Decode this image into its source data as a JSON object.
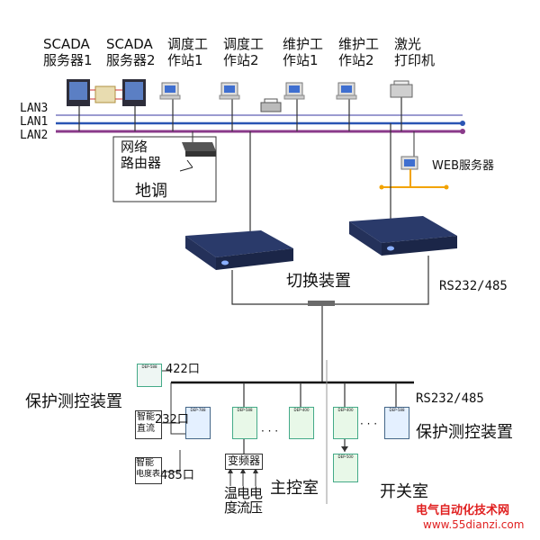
{
  "top_devices": [
    {
      "id": "scada1",
      "line1": "SCADA",
      "line2": "服务器1"
    },
    {
      "id": "scada2",
      "line1": "SCADA",
      "line2": "服务器2"
    },
    {
      "id": "dispatch1",
      "line1": "调度工",
      "line2": "作站1"
    },
    {
      "id": "dispatch2",
      "line1": "调度工",
      "line2": "作站2"
    },
    {
      "id": "maint1",
      "line1": "维护工",
      "line2": "作站1"
    },
    {
      "id": "maint2",
      "line1": "维护工",
      "line2": "作站2"
    },
    {
      "id": "printer",
      "line1": "激光",
      "line2": "打印机"
    }
  ],
  "lan_labels": {
    "lan3": "LAN3",
    "lan1": "LAN1",
    "lan2": "LAN2"
  },
  "router": {
    "line1": "网络",
    "line2": "路由器",
    "remote": "地调"
  },
  "web_server": "WEB服务器",
  "switch_device": "切换装置",
  "rs_top": "RS232/485",
  "rs_bus": "RS232/485",
  "protect_left": "保护测控装置",
  "protect_right": "保护测控装置",
  "ports": {
    "p422": "422口",
    "p232": "232口",
    "p485": "485口"
  },
  "smart_dc": {
    "line1": "智能",
    "line2": "直流"
  },
  "smart_meter": {
    "line1": "智能",
    "line2": "电度表"
  },
  "converter": "变频器",
  "measurements": [
    "温度",
    "电流",
    "电压"
  ],
  "rooms": {
    "main": "主控室",
    "switch": "开关室"
  },
  "ellipsis": "· · ·",
  "module_labels": {
    "dep588": "DEP-588",
    "dep788": "DEP-788",
    "dep588b": "DEP-588",
    "dep400": "DEP-400",
    "dep400b": "DEP-400",
    "dep588c": "DEP-588",
    "dep500": "DEP-500"
  },
  "watermark": {
    "cn": "电气自动化技术网",
    "url": "www.55dianzi.com"
  },
  "colors": {
    "lan3": "#9b9bd0",
    "lan1": "#2a55b4",
    "lan2": "#8a3a8a",
    "web_link": "#f2a300",
    "watermark_cn": "#e02020",
    "watermark_url": "#e02020"
  }
}
